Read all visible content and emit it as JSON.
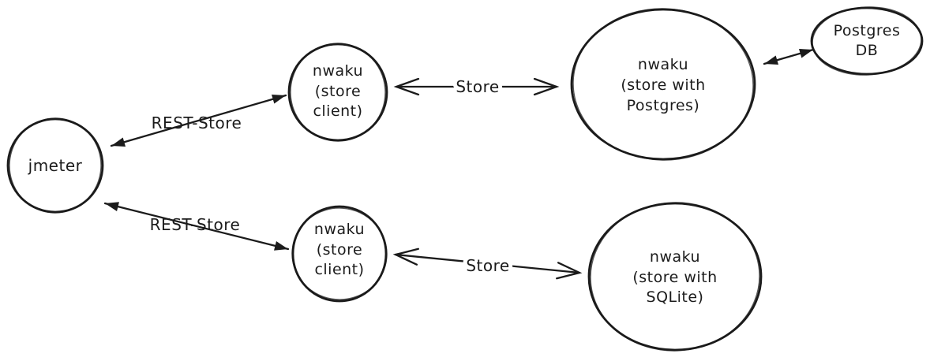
{
  "diagram": {
    "colors": {
      "stroke": "#1b1b1b",
      "background": "#ffffff"
    },
    "nodes": {
      "jmeter": {
        "label": "jmeter"
      },
      "client_top": {
        "line1": "nwaku",
        "line2": "(store",
        "line3": "client)"
      },
      "postgres_store": {
        "line1": "nwaku",
        "line2": "(store with",
        "line3": "Postgres)"
      },
      "postgres_db": {
        "line1": "Postgres",
        "line2": "DB"
      },
      "client_bottom": {
        "line1": "nwaku",
        "line2": "(store",
        "line3": "client)"
      },
      "sqlite_store": {
        "line1": "nwaku",
        "line2": "(store with",
        "line3": "SQLite)"
      }
    },
    "edges": {
      "rest_store_top": {
        "label": "REST-Store"
      },
      "store_top": {
        "label": "Store"
      },
      "rest_store_bottom": {
        "label": "REST-Store"
      },
      "store_bottom": {
        "label": "Store"
      }
    }
  }
}
